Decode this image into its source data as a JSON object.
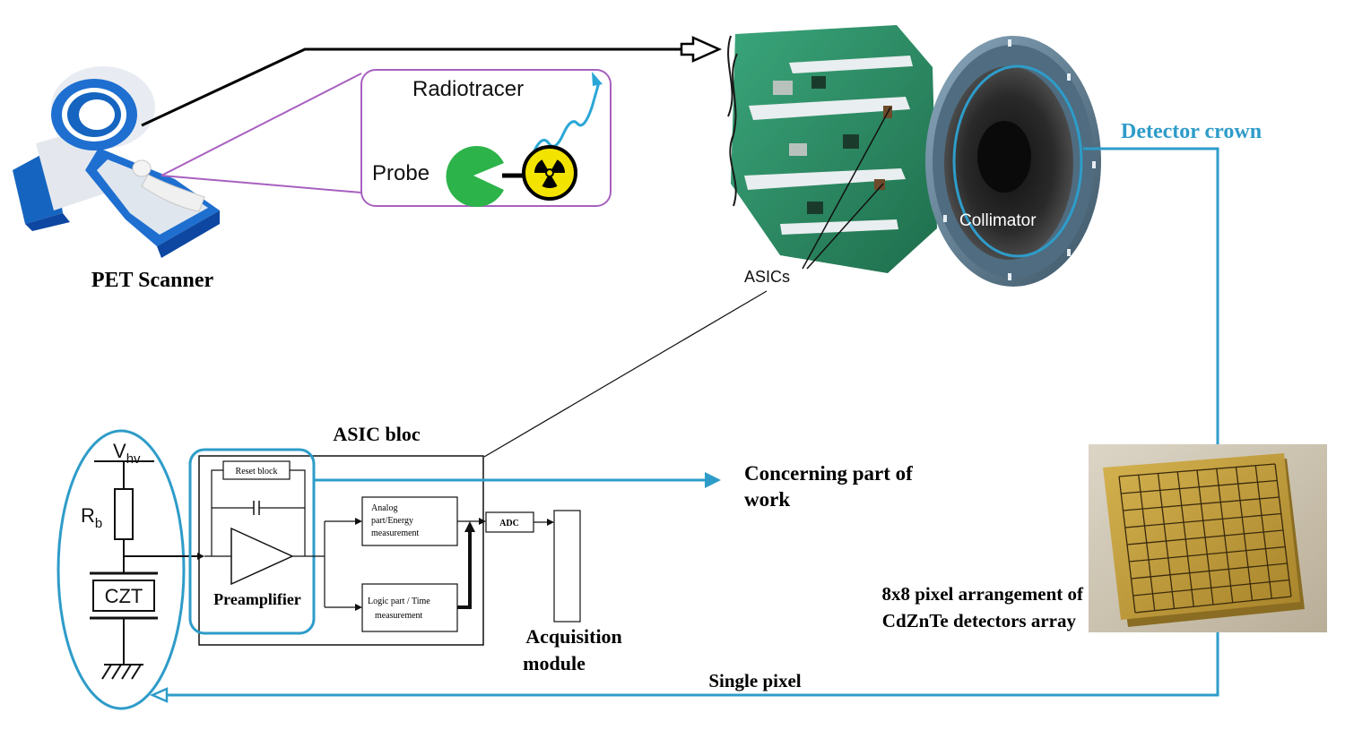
{
  "pet": {
    "label": "PET Scanner"
  },
  "inset": {
    "radiotracer": "Radiotracer",
    "probe": "Probe"
  },
  "detector": {
    "crown_label": "Detector crown",
    "collimator": "Collimator",
    "asics": "ASICs"
  },
  "circuit": {
    "asic_bloc": "ASIC bloc",
    "vhv_main": "V",
    "vhv_sub": "hv",
    "rb_main": "R",
    "rb_sub": "b",
    "czt": "CZT",
    "reset_block": "Reset block",
    "preamplifier": "Preamplifier",
    "analog_part": [
      "Analog",
      "part/Energy",
      "measurement"
    ],
    "logic_part": [
      "Logic part / Time",
      "measurement"
    ],
    "adc": "ADC",
    "acquisition": [
      "Acquisition",
      "module"
    ]
  },
  "concerning": [
    "Concerning part of",
    "work"
  ],
  "array": {
    "label": [
      "8x8 pixel arrangement of",
      "CdZnTe detectors array"
    ],
    "grid_size": 8
  },
  "single_pixel": "Single pixel",
  "colors": {
    "accent_blue": "#2e9cc9",
    "inset_border": "#a860c0",
    "pet_blue": "#1565c0",
    "pcb_green": "#2f8f63",
    "detector_chip": "#c09a3a"
  }
}
